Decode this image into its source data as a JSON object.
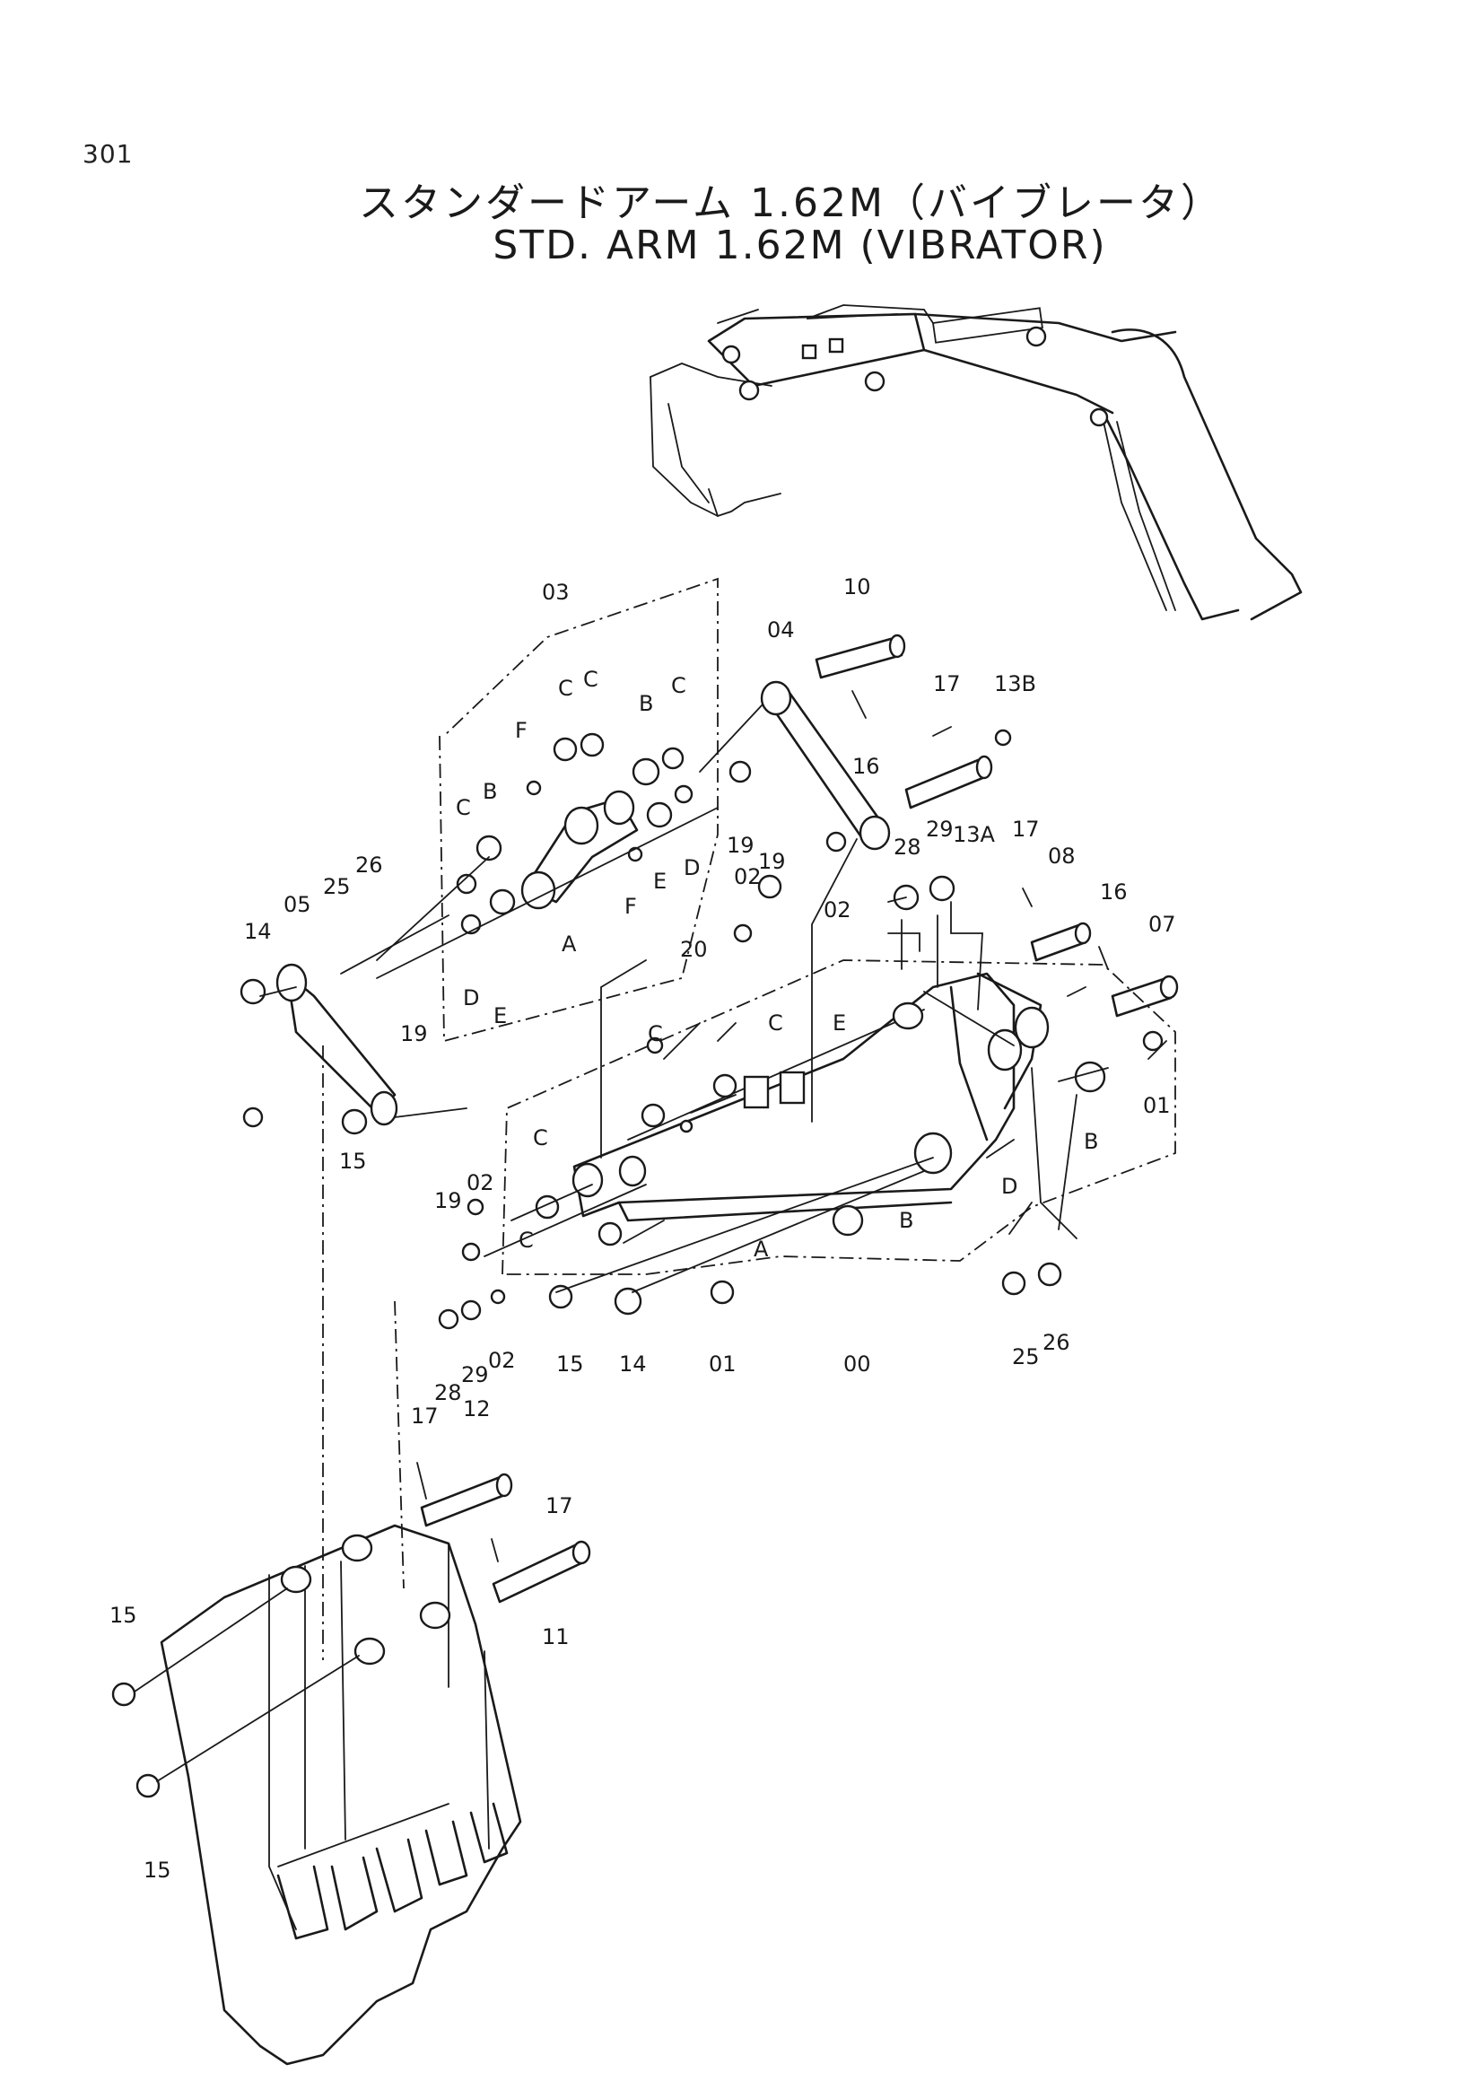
{
  "page_number": "301",
  "title_jp": "スタンダードアーム 1.62M（バイブレータ）",
  "title_en": "STD. ARM 1.62M (VIBRATOR)",
  "callouts": [
    {
      "id": "c-03",
      "text": "03"
    },
    {
      "id": "c-10",
      "text": "10"
    },
    {
      "id": "c-04",
      "text": "04"
    },
    {
      "id": "c-17a",
      "text": "17"
    },
    {
      "id": "c-13b",
      "text": "13B"
    },
    {
      "id": "c-16a",
      "text": "16"
    },
    {
      "id": "c-13a",
      "text": "13A"
    },
    {
      "id": "c-Ca",
      "text": "C"
    },
    {
      "id": "c-Cb",
      "text": "C"
    },
    {
      "id": "c-Bb",
      "text": "B"
    },
    {
      "id": "c-Cc",
      "text": "C"
    },
    {
      "id": "c-Fa",
      "text": "F"
    },
    {
      "id": "c-Cd",
      "text": "C"
    },
    {
      "id": "c-Ba",
      "text": "B"
    },
    {
      "id": "c-26a",
      "text": "26"
    },
    {
      "id": "c-25a",
      "text": "25"
    },
    {
      "id": "c-05",
      "text": "05"
    },
    {
      "id": "c-14a",
      "text": "14"
    },
    {
      "id": "c-Ea",
      "text": "E"
    },
    {
      "id": "c-Da",
      "text": "D"
    },
    {
      "id": "c-19a",
      "text": "19"
    },
    {
      "id": "c-19b",
      "text": "19"
    },
    {
      "id": "c-19c",
      "text": "19"
    },
    {
      "id": "c-Eb",
      "text": "E"
    },
    {
      "id": "c-Db",
      "text": "D"
    },
    {
      "id": "c-Aa",
      "text": "A"
    },
    {
      "id": "c-Fb",
      "text": "F"
    },
    {
      "id": "c-02a",
      "text": "02"
    },
    {
      "id": "c-02b",
      "text": "02"
    },
    {
      "id": "c-28a",
      "text": "28"
    },
    {
      "id": "c-29a",
      "text": "29"
    },
    {
      "id": "c-17b",
      "text": "17"
    },
    {
      "id": "c-08",
      "text": "08"
    },
    {
      "id": "c-16b",
      "text": "16"
    },
    {
      "id": "c-07",
      "text": "07"
    },
    {
      "id": "c-20",
      "text": "20"
    },
    {
      "id": "c-Ce",
      "text": "C"
    },
    {
      "id": "c-Cf",
      "text": "C"
    },
    {
      "id": "c-Ec",
      "text": "E"
    },
    {
      "id": "c-01a",
      "text": "01"
    },
    {
      "id": "c-Bc",
      "text": "B"
    },
    {
      "id": "c-Dc",
      "text": "D"
    },
    {
      "id": "c-15a",
      "text": "15"
    },
    {
      "id": "c-Cg",
      "text": "C"
    },
    {
      "id": "c-02c",
      "text": "02"
    },
    {
      "id": "c-19d",
      "text": "19"
    },
    {
      "id": "c-Ch",
      "text": "C"
    },
    {
      "id": "c-Bd",
      "text": "B"
    },
    {
      "id": "c-Ab",
      "text": "A"
    },
    {
      "id": "c-02d",
      "text": "02"
    },
    {
      "id": "c-28b",
      "text": "28"
    },
    {
      "id": "c-29b",
      "text": "29"
    },
    {
      "id": "c-15b",
      "text": "15"
    },
    {
      "id": "c-14b",
      "text": "14"
    },
    {
      "id": "c-01b",
      "text": "01"
    },
    {
      "id": "c-00",
      "text": "00"
    },
    {
      "id": "c-25b",
      "text": "25"
    },
    {
      "id": "c-26b",
      "text": "26"
    },
    {
      "id": "c-17c",
      "text": "17"
    },
    {
      "id": "c-12",
      "text": "12"
    },
    {
      "id": "c-17d",
      "text": "17"
    },
    {
      "id": "c-11",
      "text": "11"
    },
    {
      "id": "c-15c",
      "text": "15"
    },
    {
      "id": "c-15d",
      "text": "15"
    }
  ]
}
